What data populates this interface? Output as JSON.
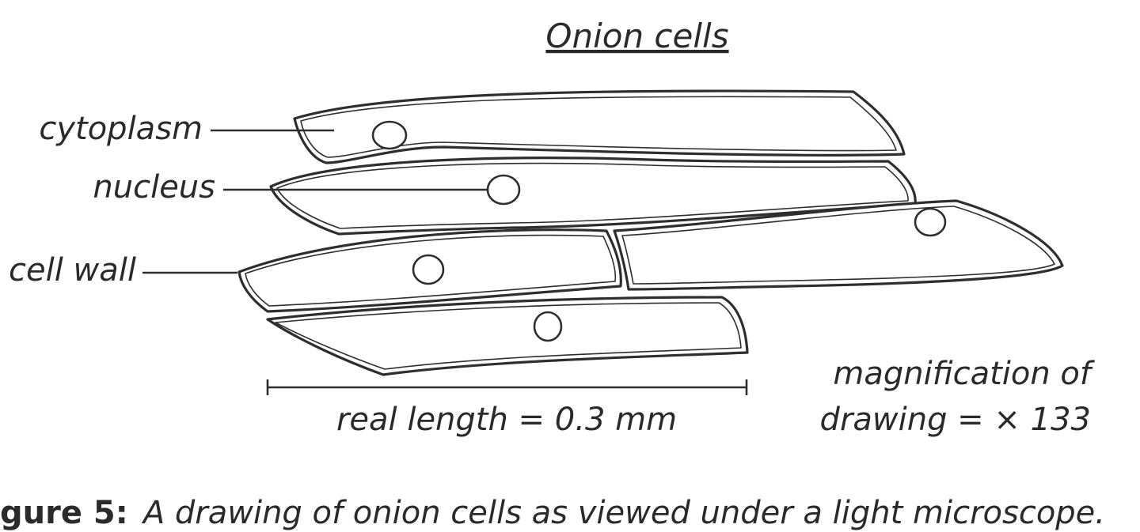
{
  "title": "Onion cells",
  "labels": {
    "cytoplasm": "cytoplasm",
    "nucleus": "nucleus",
    "cell_wall": "cell wall"
  },
  "scale": {
    "text": "real length = 0.3 mm"
  },
  "magnification": {
    "line1": "magnification of",
    "line2": "drawing = × 133"
  },
  "caption": {
    "label": "gure 5:",
    "text": "A drawing of onion cells as viewed under a light microscope."
  }
}
